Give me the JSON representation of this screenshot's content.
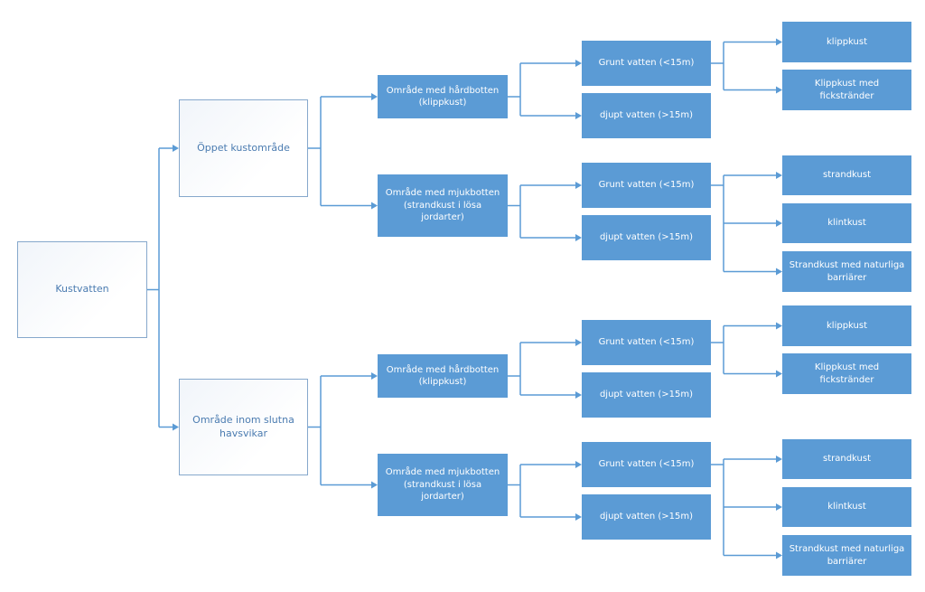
{
  "colors": {
    "accent": "#5b9bd5",
    "outline_border": "#86a8cc",
    "outline_text": "#4a7bb0",
    "line": "#5b9bd5"
  },
  "nodes": {
    "root": "Kustvatten",
    "l1": [
      "Öppet kustområde",
      "Område inom slutna havsvikar"
    ],
    "l2": [
      "Område med hårdbotten (klippkust)",
      "Område med mjukbotten (strandkust i lösa jordarter)",
      "Område med hårdbotten (klippkust)",
      "Område med mjukbotten (strandkust i lösa jordarter)"
    ],
    "l3": [
      "Grunt vatten (<15m)",
      "djupt vatten (>15m)",
      "Grunt vatten (<15m)",
      "djupt vatten (>15m)",
      "Grunt vatten (<15m)",
      "djupt vatten (>15m)",
      "Grunt vatten (<15m)",
      "djupt vatten (>15m)"
    ],
    "l4": [
      "klippkust",
      "Klippkust med fickstränder",
      "strandkust",
      "klintkust",
      "Strandkust med naturliga barriärer",
      "klippkust",
      "Klippkust med fickstränder",
      "strandkust",
      "klintkust",
      "Strandkust med naturliga barriärer"
    ]
  }
}
